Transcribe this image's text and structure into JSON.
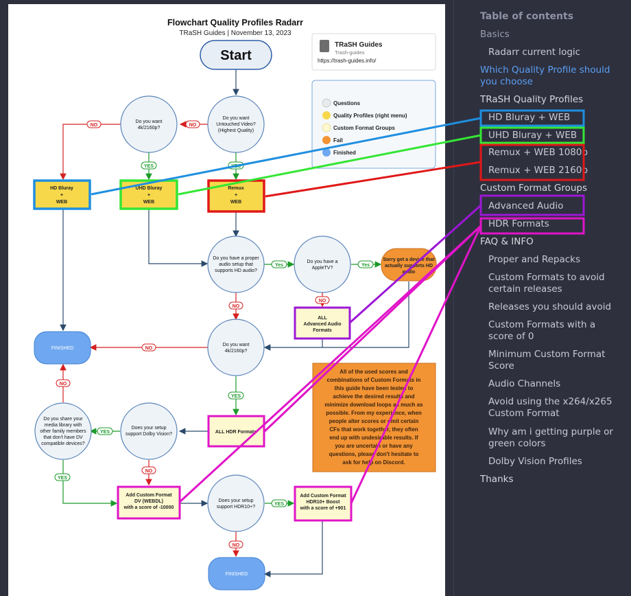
{
  "flowchart": {
    "title": "Flowchart Quality Profiles Radarr",
    "subtitle": "TRaSH Guides  |  November 13, 2023",
    "start": "Start",
    "logo_card": {
      "name": "TRaSH Guides",
      "handle": "Trash-guides",
      "url": "https://trash-guides.info/"
    },
    "legend": [
      {
        "label": "Questions",
        "color": "#e8eaec"
      },
      {
        "label": "Quality Profiles (right menu)",
        "color": "#f7d84a"
      },
      {
        "label": "Custom Format Groups",
        "color": "#fdf8cf"
      },
      {
        "label": "Fail",
        "color": "#f29334"
      },
      {
        "label": "Finished",
        "color": "#6fa8f0"
      }
    ],
    "nodes": {
      "q_untouched": [
        "Do you want",
        "Untouched Video?",
        "(Highest Quality)"
      ],
      "q_4k_top": [
        "Do you want",
        "4k/2160p?"
      ],
      "p_hd": [
        "HD Bluray",
        "+",
        "WEB"
      ],
      "p_uhd": [
        "UHD Bluray",
        "+",
        "WEB"
      ],
      "p_remux": [
        "Remux",
        "+",
        "WEB"
      ],
      "q_audio": [
        "Do you have a proper",
        "audio setup that",
        "supports HD audio?"
      ],
      "q_appletv": [
        "Do you have a",
        "AppleTV?"
      ],
      "fail_device": [
        "Sorry get a device that",
        "actually supports HD",
        "audio"
      ],
      "g_audio": [
        "ALL",
        "Advanced Audio",
        "Formats"
      ],
      "q_4k_mid": [
        "Do you want",
        "4k/2160p?"
      ],
      "finished_left": "FINISHED",
      "g_hdr": "ALL HDR Formats",
      "q_dv": [
        "Does your setup",
        "support Dolby Vision?"
      ],
      "q_share": [
        "Do you share your",
        "media  library with",
        "other family members",
        "that don't have DV",
        "compatible devices?"
      ],
      "g_dv": [
        "Add Custom Format",
        "DV (WEBDL)",
        "with a score of -10000"
      ],
      "q_hdr10": [
        "Does your setup",
        "support HDR10+?"
      ],
      "g_hdr10": [
        "Add Custom Format",
        "HDR10+ Boost",
        "with a score of +901"
      ],
      "finished_bottom": "FINISHED"
    },
    "labels": {
      "no": "NO",
      "yes": "YES",
      "yes_lc": "Yes"
    },
    "note": [
      "All of the used scores and",
      "combinations of Custom Formats in",
      "this guide have been tested to",
      "achieve the desired results and",
      "minimize download loops as much as",
      "possible. From my experience, when",
      "people alter scores or omit certain",
      "CFs that work together, they often",
      "end up with undesirable results. If",
      "you are uncertain or have any",
      "questions, please don't hesitate to",
      "ask for help on Discord."
    ]
  },
  "toc": {
    "title": "Table of contents",
    "items": [
      {
        "label": "Basics"
      },
      {
        "label": "Radarr current logic"
      },
      {
        "label": "Which Quality Profile should you choose"
      },
      {
        "label": "TRaSH Quality Profiles"
      },
      {
        "label": "HD Bluray + WEB"
      },
      {
        "label": "UHD Bluray + WEB"
      },
      {
        "label": "Remux + WEB 1080p"
      },
      {
        "label": "Remux + WEB 2160p"
      },
      {
        "label": "Custom Format Groups"
      },
      {
        "label": "Advanced Audio"
      },
      {
        "label": "HDR Formats"
      },
      {
        "label": "FAQ & INFO"
      },
      {
        "label": "Proper and Repacks"
      },
      {
        "label": "Custom Formats to avoid certain releases"
      },
      {
        "label": "Releases you should avoid"
      },
      {
        "label": "Custom Formats with a score of 0"
      },
      {
        "label": "Minimum Custom Format Score"
      },
      {
        "label": "Audio Channels"
      },
      {
        "label": "Avoid using the x264/x265 Custom Format"
      },
      {
        "label": "Why am i getting purple or green colors"
      },
      {
        "label": "Dolby Vision Profiles"
      },
      {
        "label": "Thanks"
      }
    ]
  },
  "colors": {
    "blue": "#1f8fe0",
    "green": "#35e635",
    "red": "#e01818",
    "purple": "#9c17d6",
    "magenta": "#e014c8",
    "active_link": "#5b9ff2"
  }
}
